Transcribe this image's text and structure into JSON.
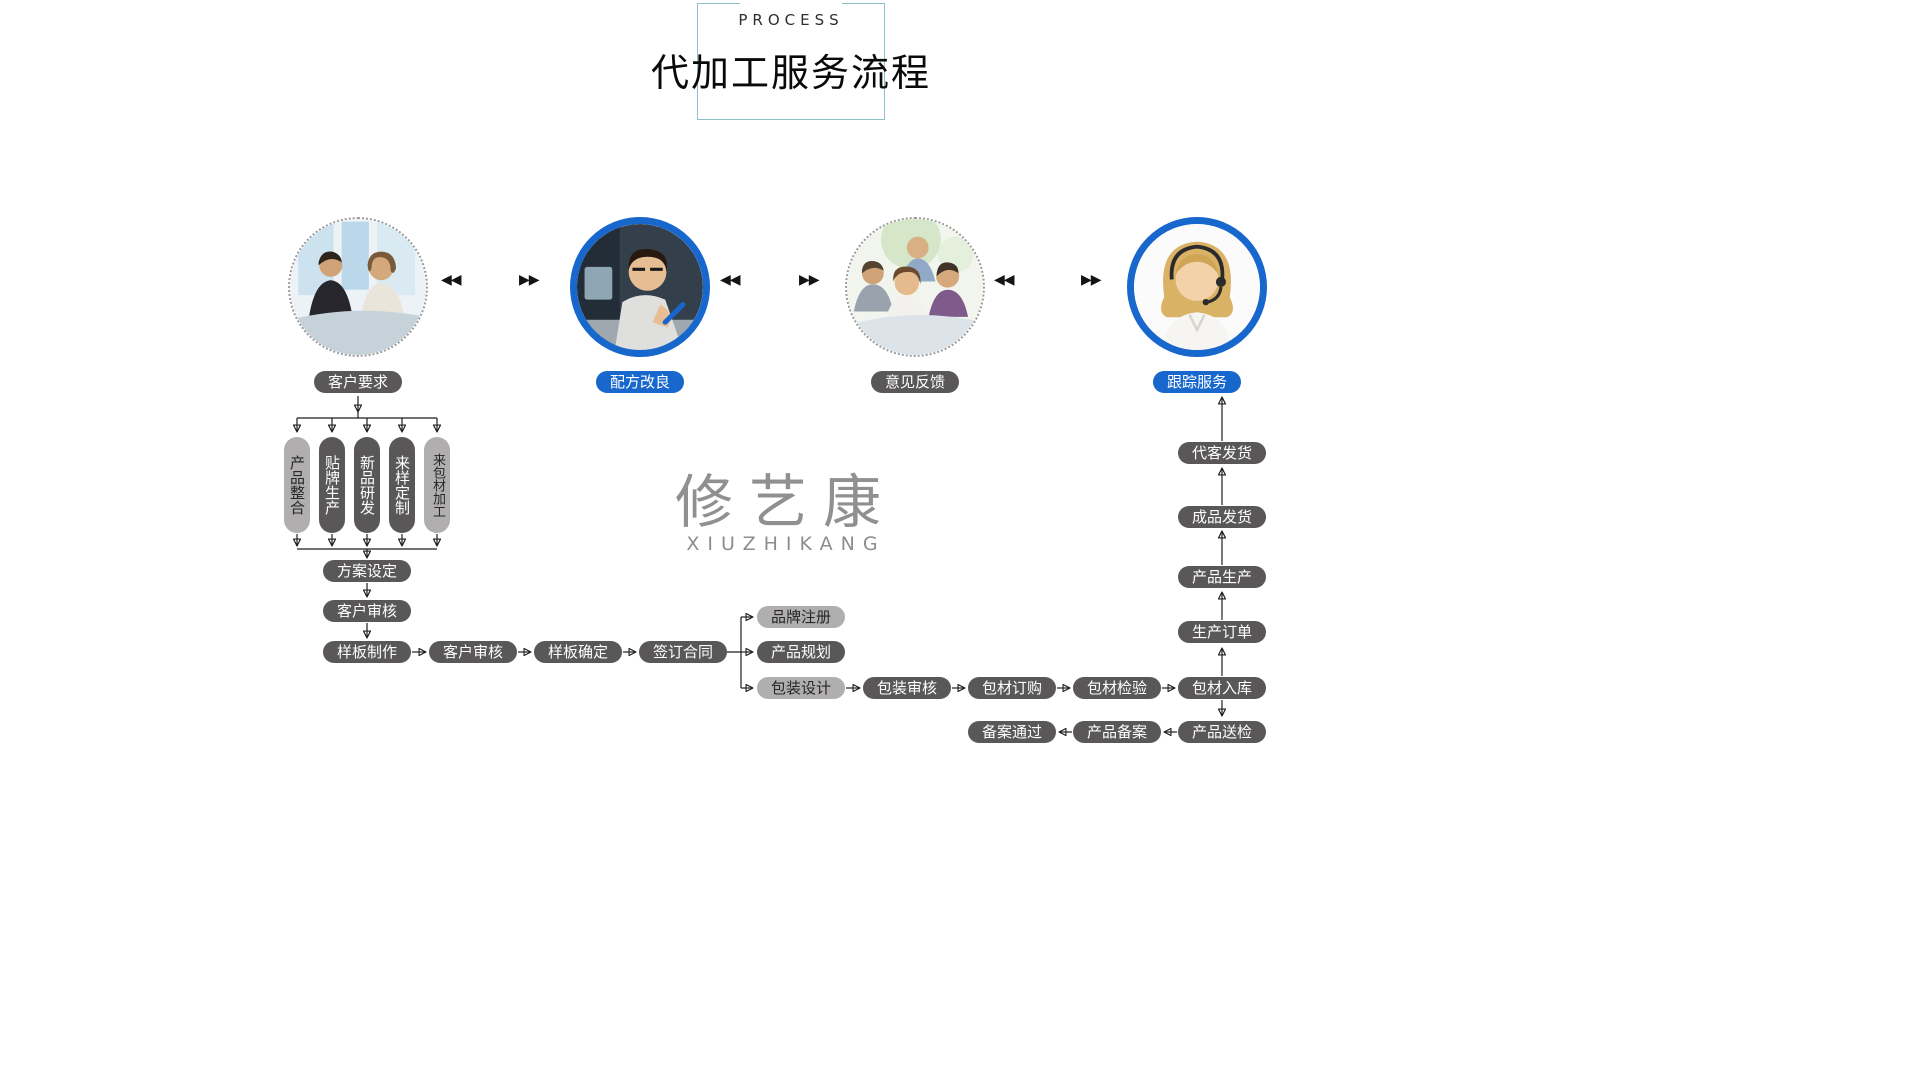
{
  "header": {
    "eyebrow": "PROCESS",
    "title": "代加工服务流程"
  },
  "logo": {
    "cn": "修艺康",
    "en": "XIUZHIKANG"
  },
  "icons": {
    "double_arrow_left": "◀◀",
    "double_arrow_right": "▶▶"
  },
  "stages": [
    {
      "label": "客户要求",
      "photo": "business-meeting"
    },
    {
      "label": "配方改良",
      "photo": "lab-researcher"
    },
    {
      "label": "意见反馈",
      "photo": "team-meeting"
    },
    {
      "label": "跟踪服务",
      "photo": "customer-service"
    }
  ],
  "requirement_options": [
    "产品整合",
    "贴牌生产",
    "新品研发",
    "来样定制",
    "来包材加工"
  ],
  "flow": {
    "plan": "方案设定",
    "customer_review": "客户审核",
    "sample_chain": [
      "样板制作",
      "客户审核",
      "样板确定",
      "签订合同"
    ],
    "branches": [
      "品牌注册",
      "产品规划",
      "包装设计"
    ],
    "packaging_chain": [
      "包装审核",
      "包材订购",
      "包材检验",
      "包材入库"
    ],
    "bottom_chain": [
      "产品送检",
      "产品备案",
      "备案通过"
    ],
    "up_chain": [
      "生产订单",
      "产品生产",
      "成品发货",
      "代客发货"
    ]
  },
  "colors": {
    "accent_blue": "#1867cd",
    "pill_dark": "#595757",
    "pill_light": "#b0aeae",
    "frame_teal": "#8fbfca"
  }
}
